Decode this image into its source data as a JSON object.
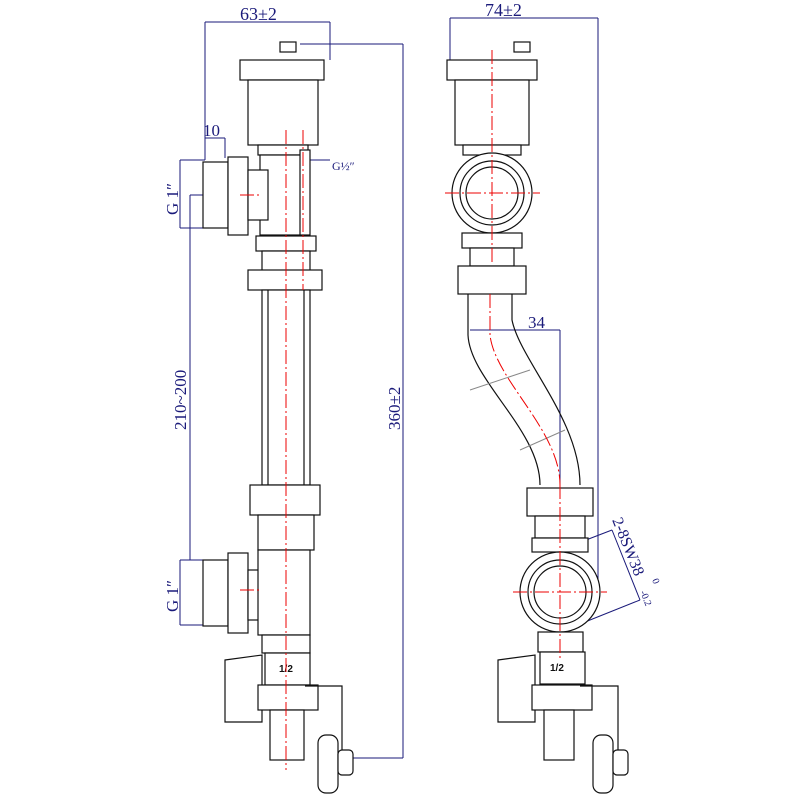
{
  "title": "Pump group bypass technical drawing",
  "dimensions": {
    "width_front": "63±2",
    "width_side": "74±2",
    "thread_depth": "10",
    "top_thread": "G½″",
    "inlet_thread_top": "G 1″",
    "inlet_thread_bottom": "G 1″",
    "center_distance": "210~200",
    "total_height": "360±2",
    "offset": "34",
    "wrench": "2-8SW38",
    "tol_upper": "0",
    "tol_lower": "-0.2",
    "valve_size_front": "1/2",
    "valve_size_side": "1/2"
  },
  "colors": {
    "dimension": "#1a1a7a",
    "centerline": "#ee0000",
    "outline": "#111111"
  }
}
